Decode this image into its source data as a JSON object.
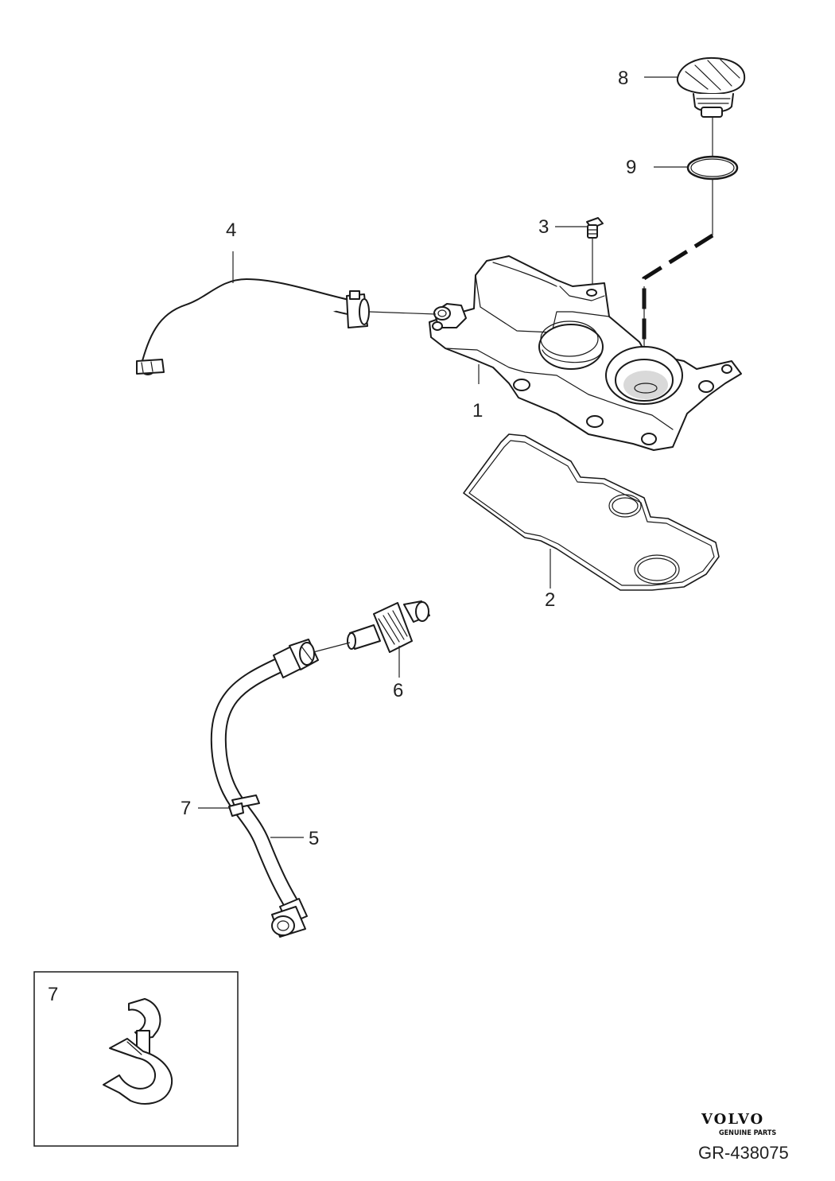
{
  "callouts": {
    "c1": "1",
    "c2": "2",
    "c3": "3",
    "c4": "4",
    "c5": "5",
    "c6": "6",
    "c7": "7",
    "c8": "8",
    "c9": "9"
  },
  "detail_box": {
    "label": "7"
  },
  "brand": {
    "name": "VOLVO",
    "subtitle": "GENUINE PARTS"
  },
  "reference": "GR-438075"
}
